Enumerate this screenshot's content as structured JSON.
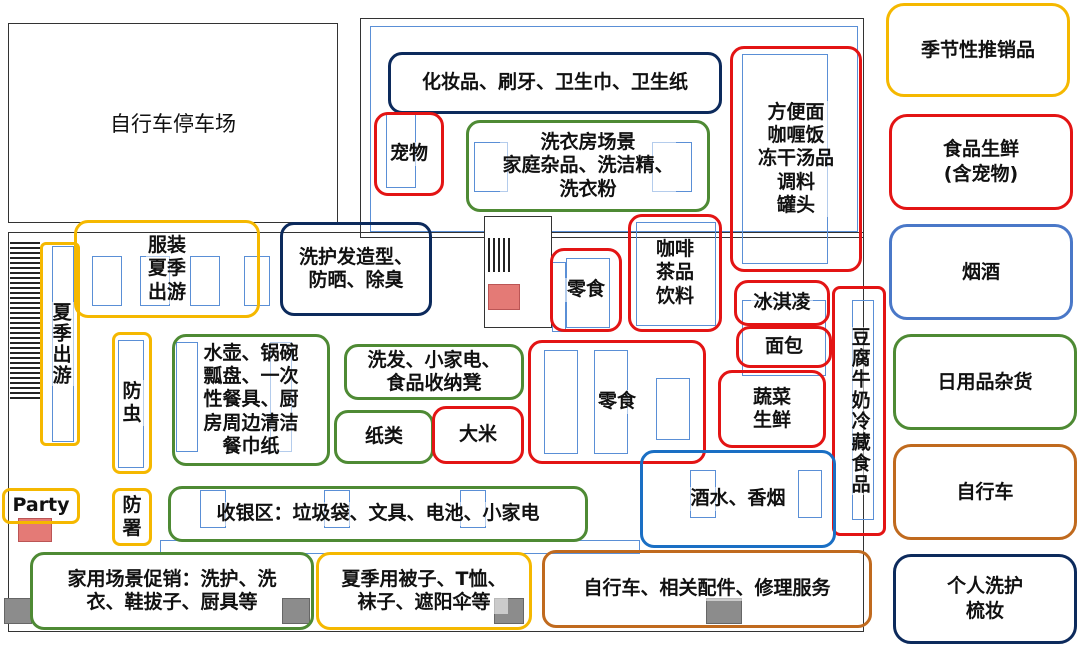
{
  "parking": {
    "label": "自行车停车场"
  },
  "zones": {
    "cosmetics": "化妆品、刷牙、卫生巾、卫生纸",
    "pets": "宠物",
    "laundry": "洗衣房场景\n家庭杂品、洗洁精、\n洗衣粉",
    "instant_food": "方便面\n咖喱饭\n冻干汤品\n调料\n罐头",
    "clothing": "服装\n夏季\n出游",
    "haircare": "洗护发造型、\n防晒、除臭",
    "summer_travel": "夏季出游",
    "coffee": "咖啡\n茶品\n饮料",
    "snack_small": "零食",
    "ice_cream": "冰淇凌",
    "bread": "面包",
    "tofu_dairy": "豆腐牛奶冷藏食品",
    "insect": "防\n虫",
    "kitchenware": "水壶、锅碗\n瓢盘、一次\n性餐具、厨\n房周边清洁\n餐巾纸",
    "appliances": "洗发、小家电、\n食品收纳凳",
    "snack_big": "零食",
    "vegetables": "蔬菜\n生鲜",
    "paper": "纸类",
    "rice": "大米",
    "drinks": "酒水、香烟",
    "party": "Party",
    "sunstroke": "防\n署",
    "checkout": "收银区：垃圾袋、文具、电池、小家电",
    "home_promo": "家用场景促销：洗护、洗\n衣、鞋拔子、厨具等",
    "summer_bedding": "夏季用被子、T恤、\n袜子、遮阳伞等",
    "bike_service": "自行车、相关配件、修理服务"
  },
  "legend": [
    {
      "label": "季节性推销品",
      "color": "#f5b800"
    },
    {
      "label": "食品生鲜\n(含宠物)",
      "color": "#e31414"
    },
    {
      "label": "烟酒",
      "color": "#4a78c8"
    },
    {
      "label": "日用品杂货",
      "color": "#4e8a34"
    },
    {
      "label": "自行车",
      "color": "#c06a1e"
    },
    {
      "label": "个人洗护\n梳妆",
      "color": "#0c2a5c"
    }
  ]
}
